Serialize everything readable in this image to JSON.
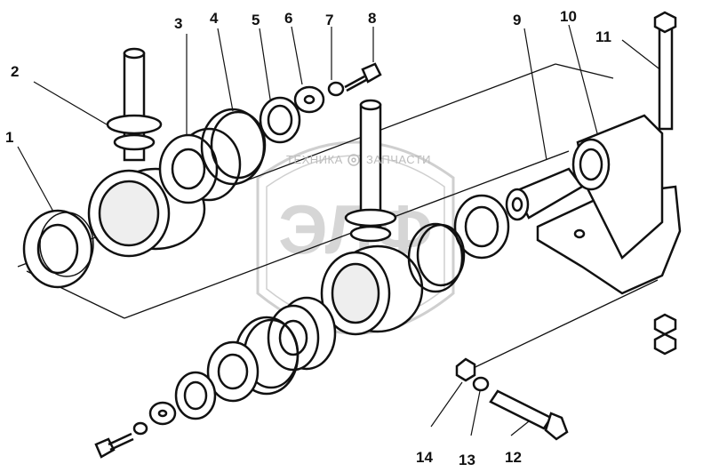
{
  "callouts": {
    "n1": "1",
    "n2": "2",
    "n3": "3",
    "n4": "4",
    "n5": "5",
    "n6": "6",
    "n7": "7",
    "n8": "8",
    "n9": "9",
    "n10": "10",
    "n11": "11",
    "n12": "12",
    "n13": "13",
    "n14": "14"
  },
  "watermark": {
    "left": "ТЕХНИКА",
    "right": "ЗАПЧАСТИ",
    "logo": "ЭЛФ"
  },
  "colors": {
    "ink": "#111111",
    "watermark": "#c8c8c8"
  }
}
